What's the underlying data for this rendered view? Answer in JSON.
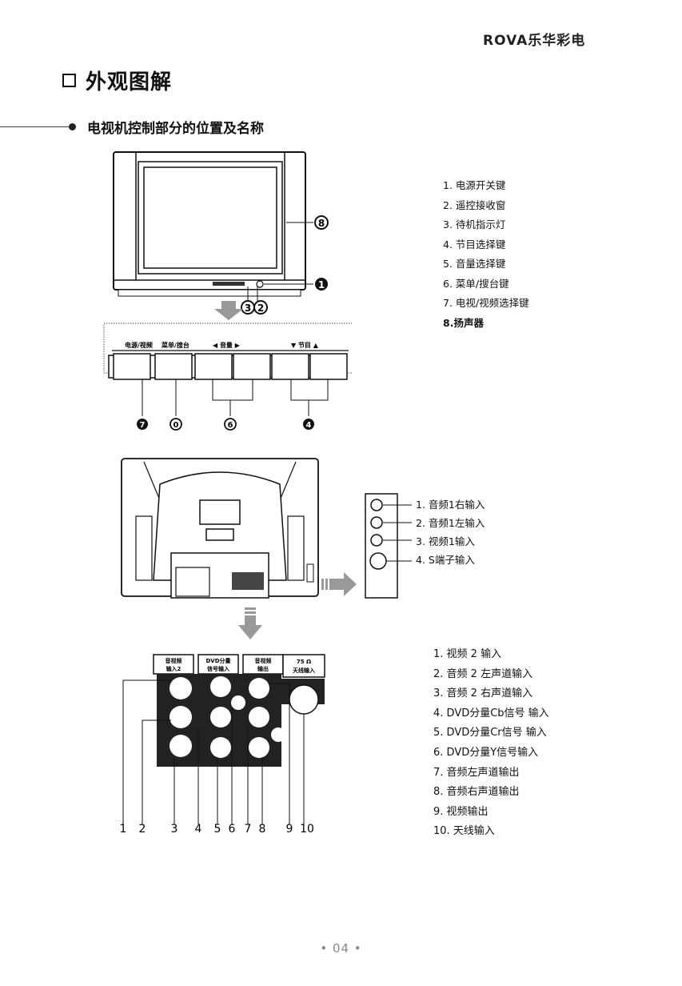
{
  "header": {
    "brand": "ROVA乐华彩电"
  },
  "section": {
    "title": "外观图解",
    "subtitle": "电视机控制部分的位置及名称"
  },
  "front_diagram": {
    "panel_labels": [
      "电源/视频",
      "菜单/搜台",
      "◀ 音量 ▶",
      "▼ 节目 ▲"
    ],
    "callouts": [
      "8",
      "1",
      "3",
      "2",
      "7",
      "0",
      "6",
      "4"
    ]
  },
  "front_legend": [
    "1. 电源开关键",
    "2. 遥控接收窗",
    "3. 待机指示灯",
    "4. 节目选择键",
    "5. 音量选择键",
    "6. 菜单/搜台键",
    "7. 电视/视频选择键",
    "8.扬声器"
  ],
  "side_legend": [
    "1. 音频1右输入",
    "2. 音频1左输入",
    "3. 视频1输入",
    "4. S端子输入"
  ],
  "rear_diagram": {
    "box_labels": [
      "音视频\n输入2",
      "DVD分量\n信号输入",
      "音视频\n输出",
      "75 Ω\n天线输入"
    ],
    "numbers": [
      "1",
      "2",
      "3",
      "4",
      "5",
      "6",
      "7",
      "8",
      "9",
      "10"
    ]
  },
  "rear_legend": [
    "1. 视频 2 输入",
    "2. 音频 2 左声道输入",
    "3. 音频 2 右声道输入",
    "4. DVD分量Cb信号 输入",
    "5. DVD分量Cr信号 输入",
    "6. DVD分量Y信号输入",
    "7. 音频左声道输出",
    "8. 音频右声道输出",
    "9. 视频输出",
    "10. 天线输入"
  ],
  "footer": {
    "page_number": "• 04 •"
  }
}
